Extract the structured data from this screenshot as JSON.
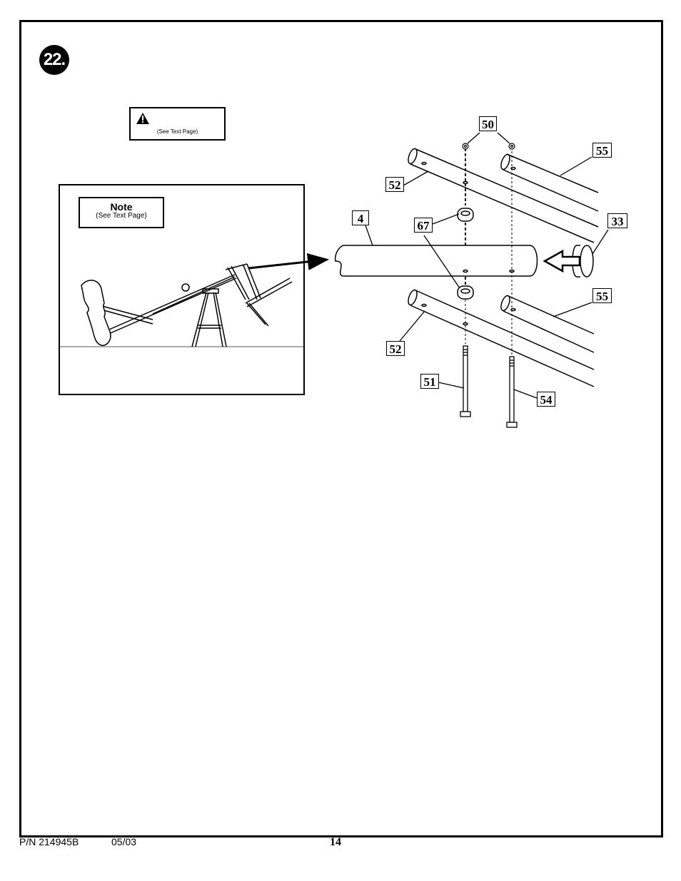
{
  "step": {
    "number": "22."
  },
  "warning": {
    "subtext": "(See Text Page)"
  },
  "note": {
    "title": "Note",
    "subtext": "(See Text Page)"
  },
  "callouts": {
    "c50": "50",
    "c55_top": "55",
    "c52_top": "52",
    "c33": "33",
    "c4": "4",
    "c67": "67",
    "c55_bottom": "55",
    "c52_bottom": "52",
    "c51": "51",
    "c54": "54"
  },
  "footer": {
    "part_number": "P/N 214945B",
    "date": "05/03",
    "page": "14"
  }
}
